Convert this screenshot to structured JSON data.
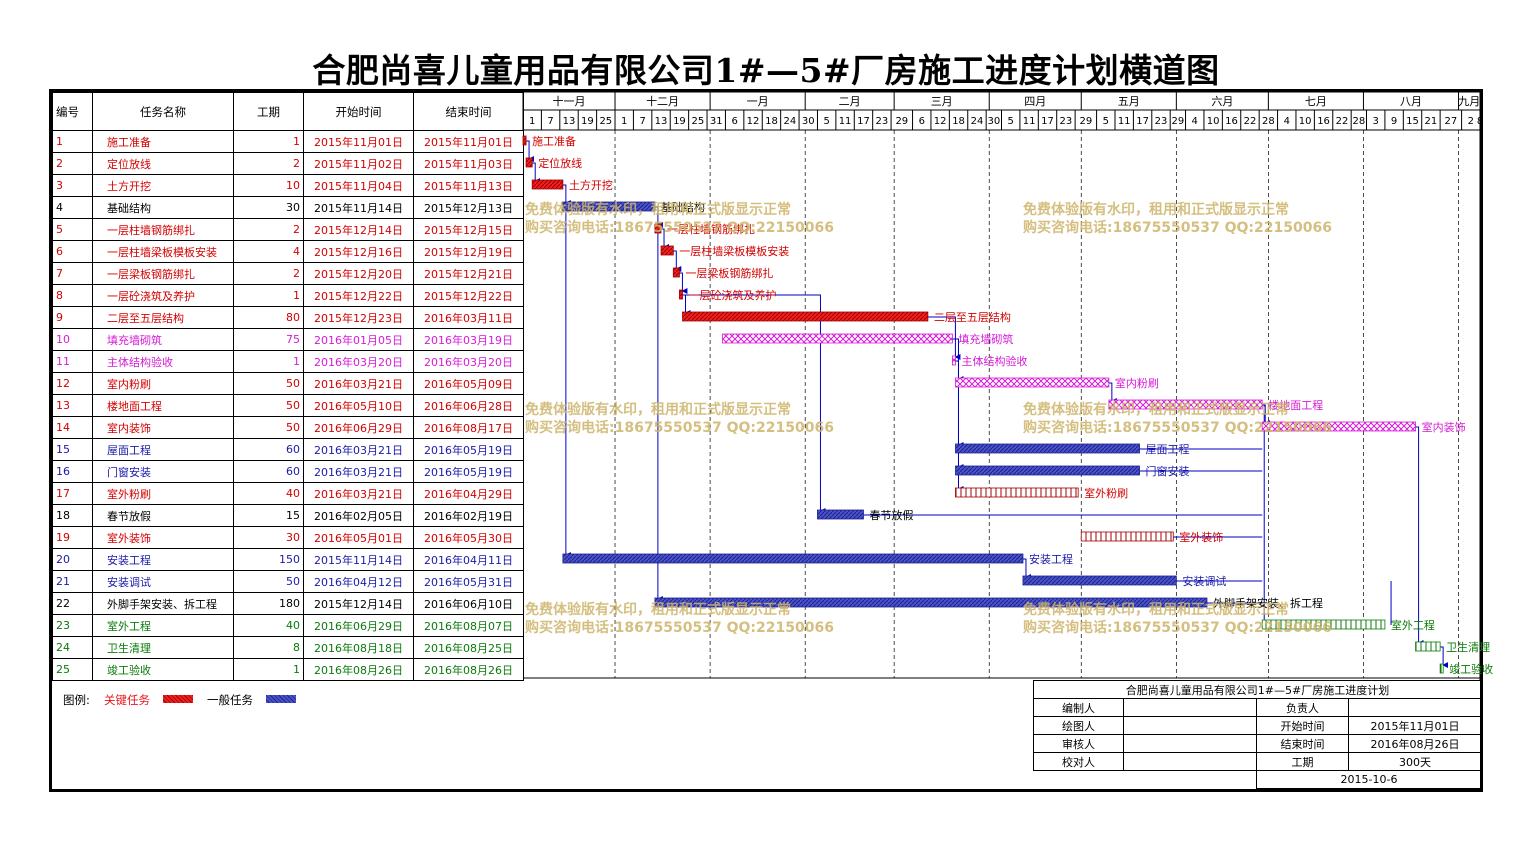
{
  "title": "合肥尚喜儿童用品有限公司1#—5#厂房施工进度计划横道图",
  "colors": {
    "critical": "#e8141a",
    "normal": "#3a3fbd",
    "task_red": "#d40000",
    "task_black": "#000000",
    "task_magenta": "#d61bd6",
    "task_blue": "#1a1aa8",
    "task_green": "#0a7a0a",
    "watermark": "#cdb56a",
    "link_red": "#d80000",
    "link_blue": "#0000c8"
  },
  "headers": {
    "id": "编号",
    "name": "任务名称",
    "duration": "工期",
    "start": "开始时间",
    "end": "结束时间"
  },
  "months": [
    "十一月",
    "十二月",
    "一月",
    "二月",
    "三月",
    "四月",
    "五月",
    "六月",
    "七月",
    "八月",
    "九月"
  ],
  "days": [
    "1",
    "7",
    "13",
    "19",
    "25",
    "1",
    "7",
    "13",
    "19",
    "25",
    "31",
    "6",
    "12",
    "18",
    "24",
    "30",
    "5",
    "11",
    "17",
    "23",
    "29",
    "6",
    "12",
    "18",
    "24",
    "30",
    "5",
    "11",
    "17",
    "23",
    "29",
    "5",
    "11",
    "17",
    "23",
    "29",
    "4",
    "10",
    "16",
    "22",
    "28",
    "4",
    "10",
    "16",
    "22",
    "28",
    "3",
    "9",
    "15",
    "21",
    "27",
    "2",
    "8"
  ],
  "tasks": [
    {
      "id": "1",
      "name": "施工准备",
      "duration": "1",
      "start": "2015年11月01日",
      "end": "2015年11月01日",
      "color": "red",
      "s": 0,
      "d": 1,
      "kind": "crit"
    },
    {
      "id": "2",
      "name": "定位放线",
      "duration": "2",
      "start": "2015年11月02日",
      "end": "2015年11月03日",
      "color": "red",
      "s": 1,
      "d": 2,
      "kind": "crit"
    },
    {
      "id": "3",
      "name": "土方开挖",
      "duration": "10",
      "start": "2015年11月04日",
      "end": "2015年11月13日",
      "color": "red",
      "s": 3,
      "d": 10,
      "kind": "crit"
    },
    {
      "id": "4",
      "name": "基础结构",
      "duration": "30",
      "start": "2015年11月14日",
      "end": "2015年12月13日",
      "color": "black",
      "s": 13,
      "d": 30,
      "kind": "blue"
    },
    {
      "id": "5",
      "name": "一层柱墙钢筋绑扎",
      "duration": "2",
      "start": "2015年12月14日",
      "end": "2015年12月15日",
      "color": "red",
      "s": 43,
      "d": 2,
      "kind": "crit"
    },
    {
      "id": "6",
      "name": "一层柱墙梁板模板安装",
      "duration": "4",
      "start": "2015年12月16日",
      "end": "2015年12月19日",
      "color": "red",
      "s": 45,
      "d": 4,
      "kind": "crit"
    },
    {
      "id": "7",
      "name": "一层梁板钢筋绑扎",
      "duration": "2",
      "start": "2015年12月20日",
      "end": "2015年12月21日",
      "color": "red",
      "s": 49,
      "d": 2,
      "kind": "crit"
    },
    {
      "id": "8",
      "name": "一层砼浇筑及养护",
      "duration": "1",
      "start": "2015年12月22日",
      "end": "2015年12月22日",
      "color": "red",
      "s": 51,
      "d": 1,
      "kind": "crit"
    },
    {
      "id": "9",
      "name": "二层至五层结构",
      "duration": "80",
      "start": "2015年12月23日",
      "end": "2016年03月11日",
      "color": "red",
      "s": 52,
      "d": 80,
      "kind": "crit"
    },
    {
      "id": "10",
      "name": "填充墙砌筑",
      "duration": "75",
      "start": "2016年01月05日",
      "end": "2016年03月19日",
      "color": "magenta",
      "s": 65,
      "d": 75,
      "kind": "mag"
    },
    {
      "id": "11",
      "name": "主体结构验收",
      "duration": "1",
      "start": "2016年03月20日",
      "end": "2016年03月20日",
      "color": "magenta",
      "s": 140,
      "d": 1,
      "kind": "mag"
    },
    {
      "id": "12",
      "name": "室内粉刷",
      "duration": "50",
      "start": "2016年03月21日",
      "end": "2016年05月09日",
      "color": "red",
      "s": 141,
      "d": 50,
      "kind": "mag"
    },
    {
      "id": "13",
      "name": "楼地面工程",
      "duration": "50",
      "start": "2016年05月10日",
      "end": "2016年06月28日",
      "color": "red",
      "s": 191,
      "d": 50,
      "kind": "mag"
    },
    {
      "id": "14",
      "name": "室内装饰",
      "duration": "50",
      "start": "2016年06月29日",
      "end": "2016年08月17日",
      "color": "red",
      "s": 241,
      "d": 50,
      "kind": "mag"
    },
    {
      "id": "15",
      "name": "屋面工程",
      "duration": "60",
      "start": "2016年03月21日",
      "end": "2016年05月19日",
      "color": "blue",
      "s": 141,
      "d": 60,
      "kind": "blue"
    },
    {
      "id": "16",
      "name": "门窗安装",
      "duration": "60",
      "start": "2016年03月21日",
      "end": "2016年05月19日",
      "color": "blue",
      "s": 141,
      "d": 60,
      "kind": "blue"
    },
    {
      "id": "17",
      "name": "室外粉刷",
      "duration": "40",
      "start": "2016年03月21日",
      "end": "2016年04月29日",
      "color": "red",
      "s": 141,
      "d": 40,
      "kind": "redhatch"
    },
    {
      "id": "18",
      "name": "春节放假",
      "duration": "15",
      "start": "2016年02月05日",
      "end": "2016年02月19日",
      "color": "black",
      "s": 96,
      "d": 15,
      "kind": "blue"
    },
    {
      "id": "19",
      "name": "室外装饰",
      "duration": "30",
      "start": "2016年05月01日",
      "end": "2016年05月30日",
      "color": "red",
      "s": 182,
      "d": 30,
      "kind": "redhatch"
    },
    {
      "id": "20",
      "name": "安装工程",
      "duration": "150",
      "start": "2015年11月14日",
      "end": "2016年04月11日",
      "color": "blue",
      "s": 13,
      "d": 150,
      "kind": "blue"
    },
    {
      "id": "21",
      "name": "安装调试",
      "duration": "50",
      "start": "2016年04月12日",
      "end": "2016年05月31日",
      "color": "blue",
      "s": 163,
      "d": 50,
      "kind": "blue"
    },
    {
      "id": "22",
      "name": "外脚手架安装、拆工程",
      "duration": "180",
      "start": "2015年12月14日",
      "end": "2016年06月10日",
      "color": "black",
      "s": 43,
      "d": 180,
      "kind": "blue"
    },
    {
      "id": "23",
      "name": "室外工程",
      "duration": "40",
      "start": "2016年06月29日",
      "end": "2016年08月07日",
      "color": "green",
      "s": 241,
      "d": 40,
      "kind": "green"
    },
    {
      "id": "24",
      "name": "卫生清理",
      "duration": "8",
      "start": "2016年08月18日",
      "end": "2016年08月25日",
      "color": "green",
      "s": 291,
      "d": 8,
      "kind": "green"
    },
    {
      "id": "25",
      "name": "竣工验收",
      "duration": "1",
      "start": "2016年08月26日",
      "end": "2016年08月26日",
      "color": "green",
      "s": 299,
      "d": 1,
      "kind": "green"
    }
  ],
  "watermark": {
    "line1": "免费体验版有水印，租用和正式版显示正常",
    "line2": "购买咨询电话:18675550537 QQ:22150066"
  },
  "legend": {
    "label": "图例:",
    "critical": "关键任务",
    "normal": "一般任务"
  },
  "titleblock": {
    "heading": "合肥尚喜儿童用品有限公司1#—5#厂房施工进度计划",
    "rows": [
      {
        "k1": "编制人",
        "v1": "",
        "k2": "负责人",
        "v2": ""
      },
      {
        "k1": "绘图人",
        "v1": "",
        "k2": "开始时间",
        "v2": "2015年11月01日"
      },
      {
        "k1": "审核人",
        "v1": "",
        "k2": "结束时间",
        "v2": "2016年08月26日"
      },
      {
        "k1": "校对人",
        "v1": "",
        "k2": "工期",
        "v2": "300天"
      }
    ],
    "date": "2015-10-6"
  }
}
